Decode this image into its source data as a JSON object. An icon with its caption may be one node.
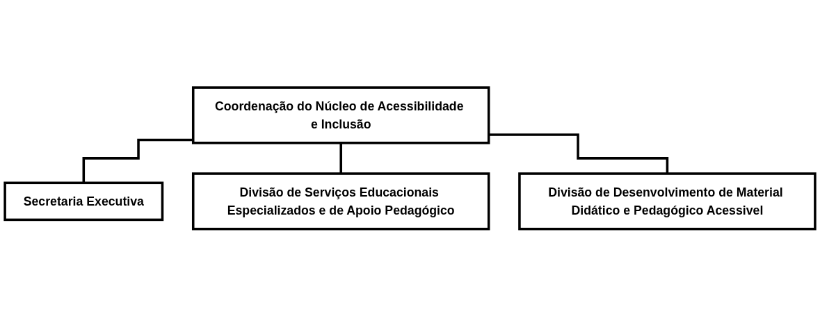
{
  "diagram": {
    "nodes": [
      {
        "text": [
          "Coordenação do Núcleo de Acessibilidade e Inclusão"
        ]
      },
      {
        "text": [
          "Secretaria Executiva"
        ]
      },
      {
        "text": [
          "Divisão de Serviços Educacionais Especializados e de Apoio Pedagógico"
        ]
      },
      {
        "text": [
          "Divisão de Desenvolvimento de Material Didático e Pedagógico Acessivel"
        ]
      }
    ],
    "edges": [
      {
        "from": 0,
        "to": 1,
        "arrow": "none"
      },
      {
        "from": 0,
        "to": 2,
        "arrow": "none"
      },
      {
        "from": 0,
        "to": 3,
        "arrow": "none"
      }
    ]
  }
}
